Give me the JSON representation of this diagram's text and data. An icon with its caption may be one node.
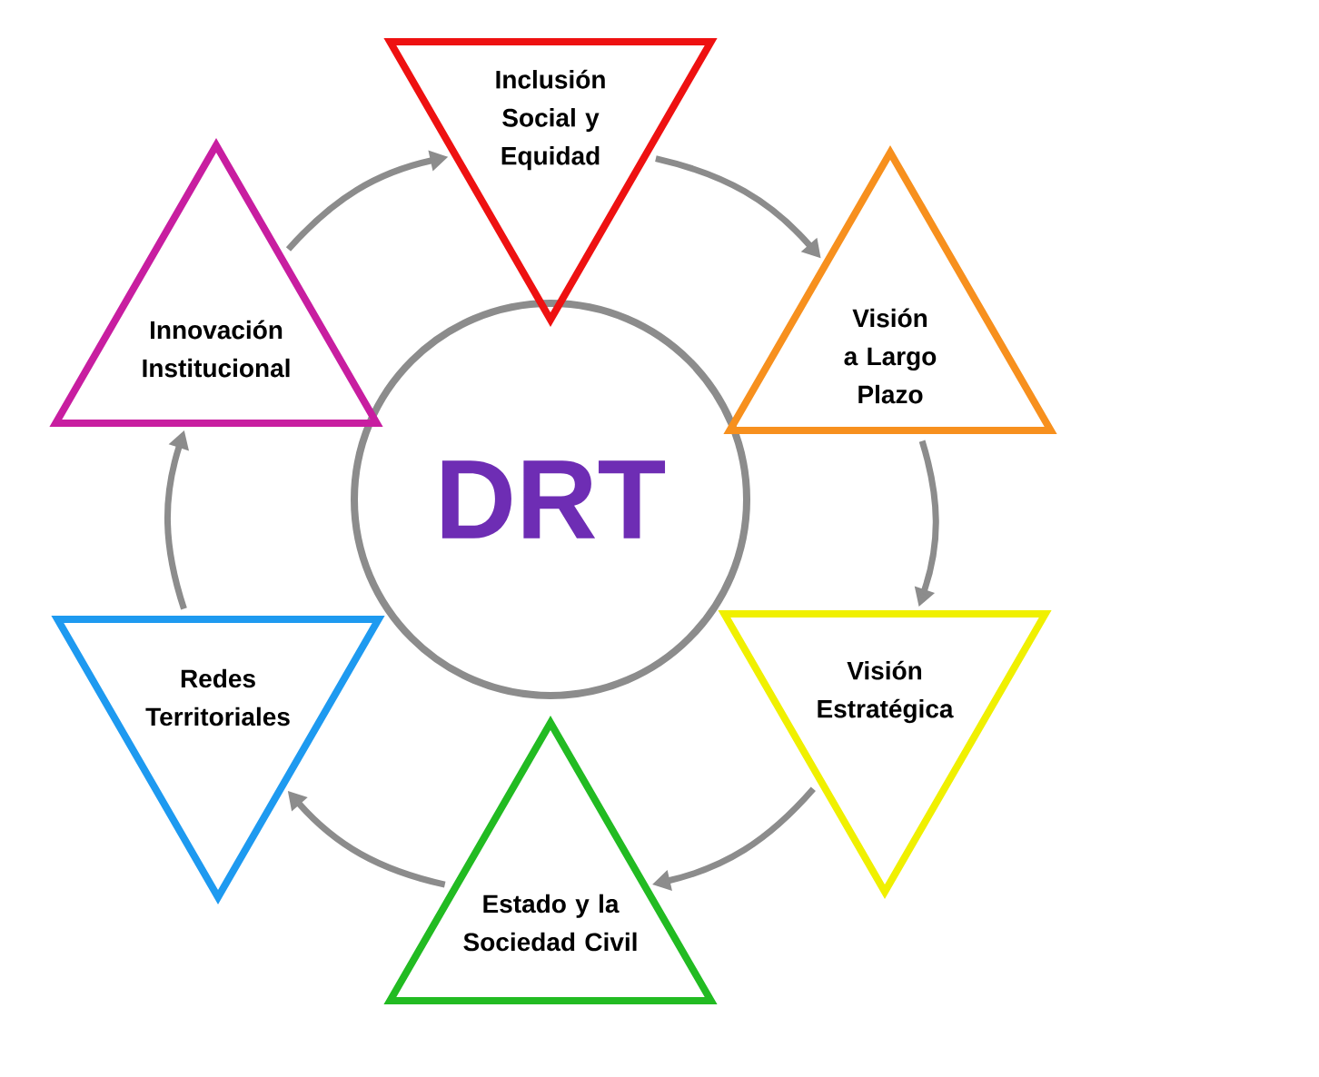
{
  "diagram": {
    "nodes": [
      {
        "text": [
          "DRT"
        ]
      },
      {
        "text": [
          "Inclusión Social y Equidad"
        ]
      },
      {
        "text": [
          "Visión a Largo Plazo"
        ]
      },
      {
        "text": [
          "Visión Estratégica"
        ]
      },
      {
        "text": [
          "Estado y la Sociedad Civil"
        ]
      },
      {
        "text": [
          "Redes Territoriales"
        ]
      },
      {
        "text": [
          "Innovación Institucional"
        ]
      }
    ],
    "edges": [
      {
        "from": 6,
        "to": 1,
        "arrow": "to"
      },
      {
        "from": 1,
        "to": 2,
        "arrow": "to"
      },
      {
        "from": 2,
        "to": 3,
        "arrow": "to"
      },
      {
        "from": 3,
        "to": 4,
        "arrow": "to"
      },
      {
        "from": 4,
        "to": 5,
        "arrow": "to"
      },
      {
        "from": 5,
        "to": 6,
        "arrow": "to"
      }
    ]
  }
}
